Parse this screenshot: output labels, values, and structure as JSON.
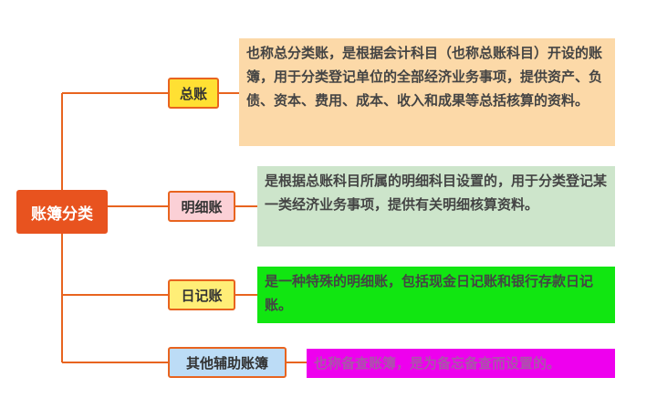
{
  "root": {
    "label": "账簿分类"
  },
  "categories": [
    {
      "label": "总账",
      "description": "也称总分类账，是根据会计科目（也称总账科目）开设的账簿，用于分类登记单位的全部经济业务事项，提供资产、负债、资本、费用、成本、收入和成果等总括核算的资料。",
      "node_color": "#ffe033",
      "desc_color": "#fcd9a8",
      "desc_text_color": "#444444"
    },
    {
      "label": "明细账",
      "description": "是根据总账科目所属的明细科目设置的，用于分类登记某一类经济业务事项，提供有关明细核算资料。",
      "node_color": "#fbd0d6",
      "desc_color": "#cde5cb",
      "desc_text_color": "#444444"
    },
    {
      "label": "日记账",
      "description": "是一种特殊的明细账，包括现金日记账和银行存款日记账。",
      "node_color": "#ffee77",
      "desc_color": "#11e611",
      "desc_text_color": "#444444"
    },
    {
      "label": "其他辅助账簿",
      "description": "也称备查账簿，是为备忘备查而设置的。",
      "node_color": "#bcdcf6",
      "desc_color": "#ee00ee",
      "desc_text_color": "#aa55aa"
    }
  ],
  "colors": {
    "root": "#e8531f",
    "connector": "#e8641f"
  }
}
